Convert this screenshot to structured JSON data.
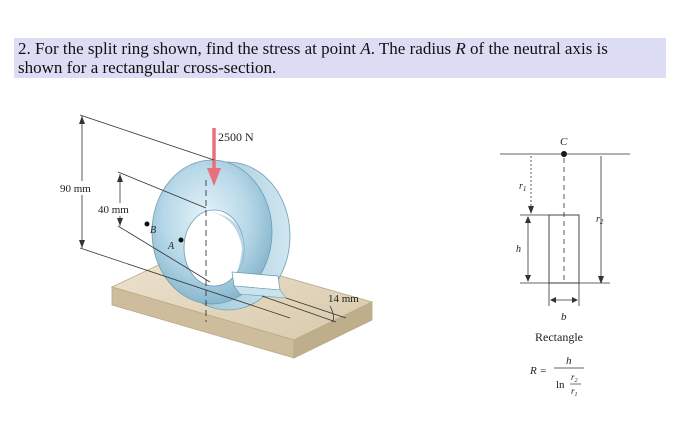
{
  "problem": {
    "number": "2.",
    "line1_a": "For the split ring shown, find the stress at point ",
    "point": "A",
    "line1_b": ".  The radius ",
    "radius_symbol": "R",
    "line1_c": " of the neutral axis is",
    "line2": "shown for a rectangular cross-section."
  },
  "figure": {
    "load": "2500 N",
    "outer_dim": "90 mm",
    "inner_dim": "40 mm",
    "thickness_dim": "14 mm",
    "point_a": "A",
    "point_b": "B"
  },
  "section": {
    "center_label": "C",
    "r1": "r",
    "r1_sub": "1",
    "r2": "r",
    "r2_sub": "2",
    "h": "h",
    "b": "b",
    "caption": "Rectangle",
    "formula_lhs": "R =",
    "formula_num": "h",
    "formula_ln": "ln",
    "formula_frac_num": "r",
    "formula_frac_num_sub": "2",
    "formula_frac_den": "r",
    "formula_frac_den_sub": "1"
  },
  "colors": {
    "ring": "#a9cfe0",
    "ring_dark": "#7fb0c8",
    "base": "#e8dcc4",
    "load_arrow": "#e8707a",
    "highlight": "#dcdcf4"
  }
}
